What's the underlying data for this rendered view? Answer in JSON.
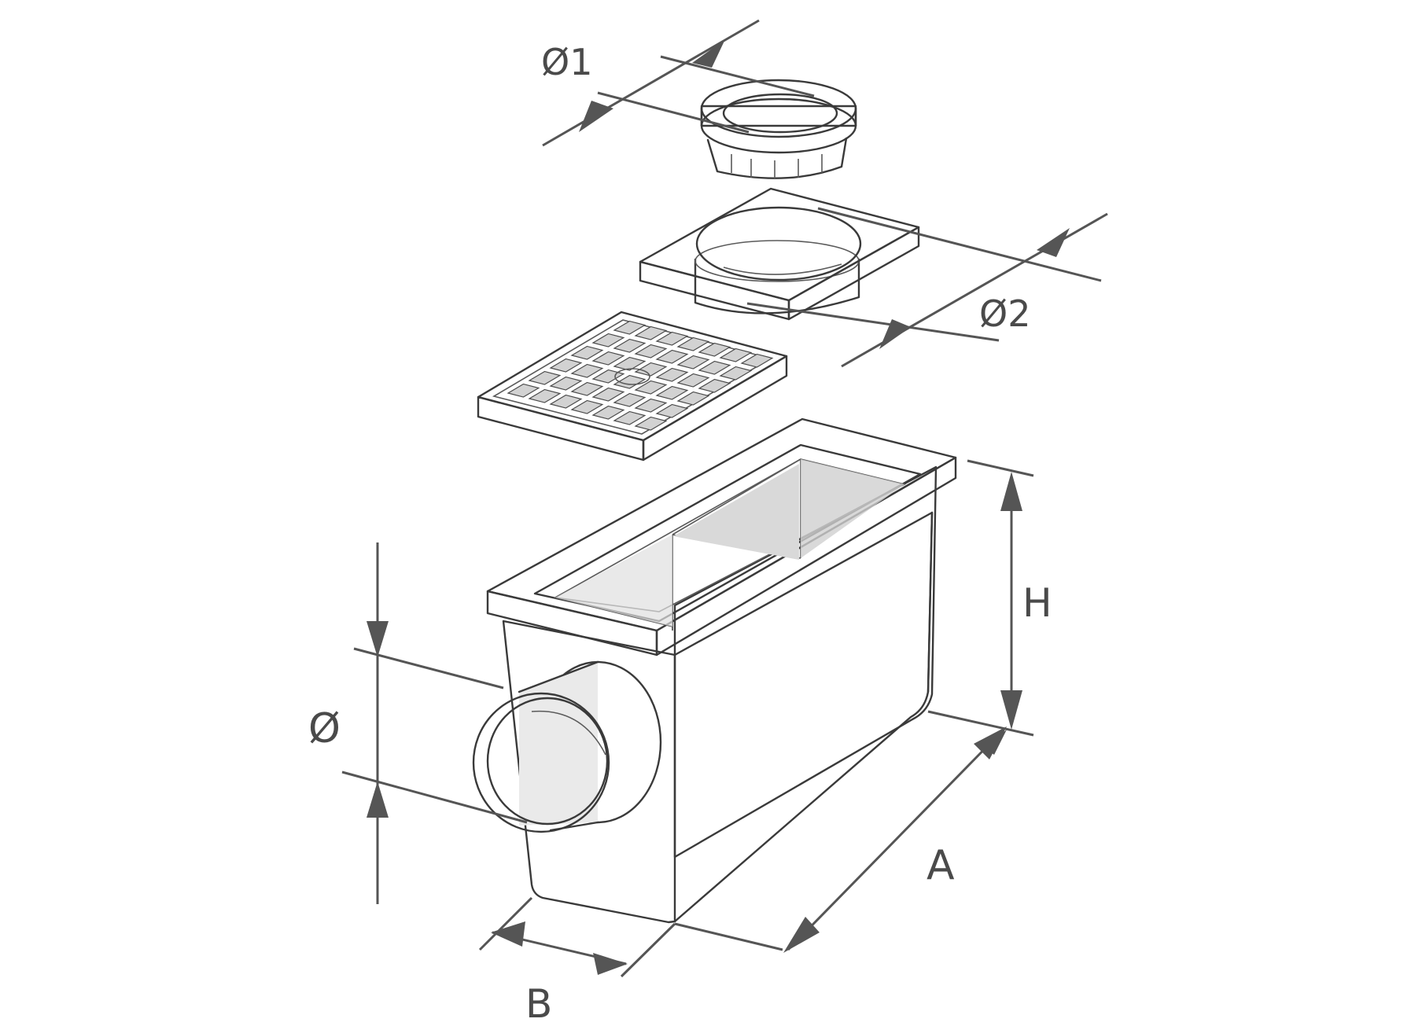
{
  "diagram": {
    "labels": {
      "dia1": "Ø1",
      "dia2": "Ø2",
      "dia_outlet": "Ø",
      "height": "H",
      "length": "A",
      "width": "B"
    },
    "colors": {
      "line": "#3a3a3a",
      "dimension": "#555555",
      "body_fill": "#e6e6e6",
      "light_fill": "#f4f4f4",
      "dark_fill": "#cfcfcf"
    }
  }
}
